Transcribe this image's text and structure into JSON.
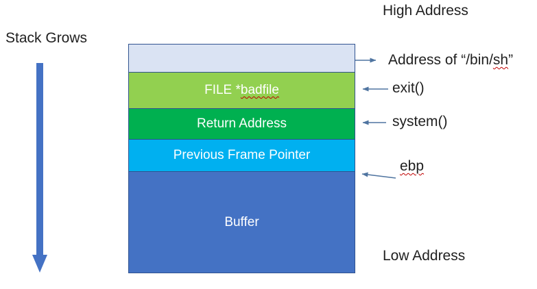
{
  "title": "Stack layout diagram",
  "labels": {
    "high_address": "High Address",
    "low_address": "Low Address",
    "stack_grows": "Stack Grows"
  },
  "annotations": {
    "bin_sh": {
      "prefix": "Address of “/bin/",
      "misspelled": "sh",
      "suffix": "”"
    },
    "exit_label": "exit()",
    "system_label": "system()",
    "ebp_label": "ebp"
  },
  "stack": {
    "boxes": [
      {
        "name": "bin-sh-address-slot",
        "label": "",
        "fill": "#DAE3F3"
      },
      {
        "name": "file-badfile",
        "label_prefix": "FILE *",
        "label_misspelled": "badfile",
        "fill": "#92D050"
      },
      {
        "name": "return-address",
        "label": "Return Address",
        "fill": "#00B050"
      },
      {
        "name": "previous-frame-pointer",
        "label": "Previous Frame Pointer",
        "fill": "#00B0F0"
      },
      {
        "name": "buffer",
        "label": "Buffer",
        "fill": "#4472C4"
      }
    ]
  },
  "colors": {
    "slot_fill": "#DAE3F3",
    "badfile_fill": "#92D050",
    "return_fill": "#00B050",
    "frame_pointer_fill": "#00B0F0",
    "buffer_fill": "#4472C4",
    "box_border": "#2F528F",
    "stack_grows_arrow": "#4472C4",
    "annotation_arrow": "#4F74A0",
    "squiggle": "#C00000",
    "label_text": "#1F1F1F",
    "box_text": "#FFFFFF"
  }
}
